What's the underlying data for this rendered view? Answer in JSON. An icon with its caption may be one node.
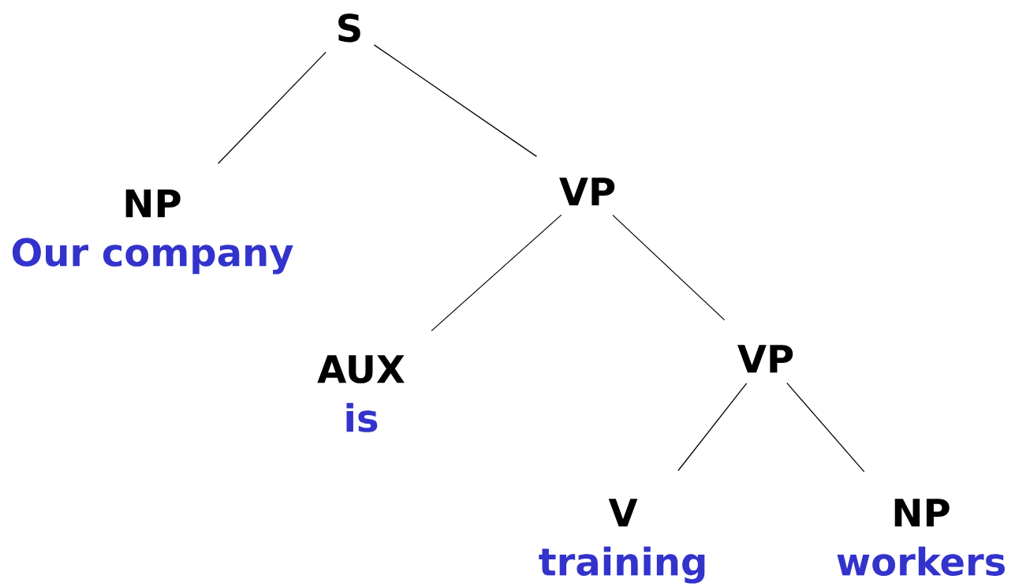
{
  "diagram": {
    "nodes": [
      {
        "text": [
          "S"
        ]
      },
      {
        "text": [
          "NP",
          "Our company"
        ]
      },
      {
        "text": [
          "VP"
        ]
      },
      {
        "text": [
          "AUX",
          "is"
        ]
      },
      {
        "text": [
          "VP"
        ]
      },
      {
        "text": [
          "V",
          "training"
        ]
      },
      {
        "text": [
          "NP",
          "workers"
        ]
      }
    ],
    "edges": [
      {
        "from": 0,
        "to": 1,
        "arrow": "none"
      },
      {
        "from": 0,
        "to": 2,
        "arrow": "none"
      },
      {
        "from": 2,
        "to": 3,
        "arrow": "none"
      },
      {
        "from": 2,
        "to": 4,
        "arrow": "none"
      },
      {
        "from": 4,
        "to": 5,
        "arrow": "none"
      },
      {
        "from": 4,
        "to": 6,
        "arrow": "none"
      }
    ]
  }
}
